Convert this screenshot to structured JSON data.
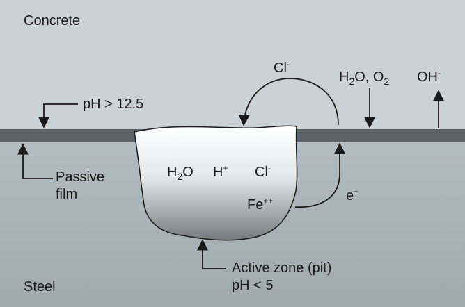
{
  "regions": {
    "concrete": "Concrete",
    "steel": "Steel"
  },
  "labels": {
    "ph_high": "pH > 12.5",
    "passive_line1": "Passive",
    "passive_line2": "film",
    "active_line1": "Active zone (pit)",
    "active_line2": "pH < 5",
    "chloride_top": "Cl",
    "chloride_top_charge": "-",
    "water_oxygen_h1": "H",
    "water_oxygen_sub1": "2",
    "water_oxygen_mid": "O, O",
    "water_oxygen_sub2": "2",
    "hydroxide": "OH",
    "hydroxide_charge": "-",
    "electron": "e",
    "electron_charge": "−",
    "pit_water_h": "H",
    "pit_water_sub": "2",
    "pit_water_o": "O",
    "pit_hydrogen": "H",
    "pit_hydrogen_charge": "+",
    "pit_chloride": "Cl",
    "pit_chloride_charge": "-",
    "pit_iron": "Fe",
    "pit_iron_charge": "++"
  },
  "colors": {
    "concrete": "#cbd2d6",
    "steel": "#a8b2b6",
    "passive_film": "#5b6165",
    "pit_top": "#ffffff",
    "pit_bottom": "#7c8488",
    "ink": "#1b1b1b"
  }
}
